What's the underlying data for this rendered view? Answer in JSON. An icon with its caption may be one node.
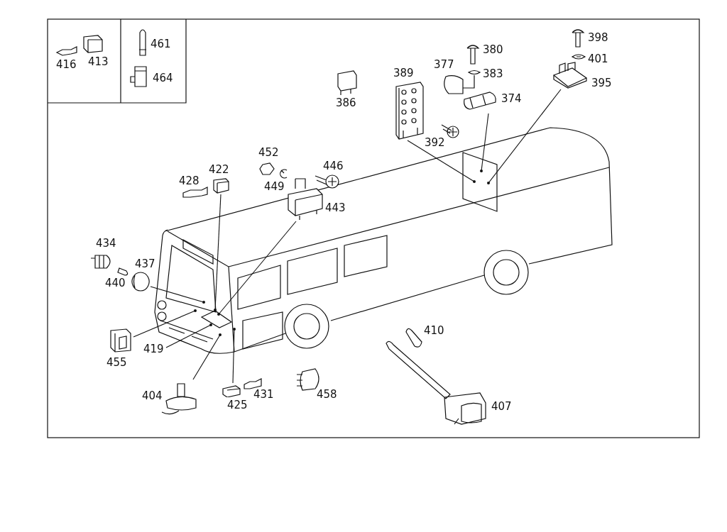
{
  "diagram": {
    "nodes": [
      {
        "text": [
          "389"
        ]
      },
      {
        "text": [
          "374"
        ]
      },
      {
        "text": [
          "395"
        ]
      },
      {
        "text": [
          "422"
        ]
      },
      {
        "text": [
          "443"
        ]
      },
      {
        "text": [
          "440"
        ]
      },
      {
        "text": [
          "455"
        ]
      },
      {
        "text": [
          "419"
        ]
      },
      {
        "text": [
          "404"
        ]
      },
      {
        "text": [
          "425"
        ]
      }
    ],
    "edges": [
      {
        "from": 0,
        "to": null,
        "arrow": "other"
      },
      {
        "from": 1,
        "to": null,
        "arrow": "other"
      },
      {
        "from": 2,
        "to": null,
        "arrow": "other"
      },
      {
        "from": 3,
        "to": null,
        "arrow": "other"
      },
      {
        "from": 4,
        "to": null,
        "arrow": "other"
      },
      {
        "from": 5,
        "to": null,
        "arrow": "other"
      },
      {
        "from": 6,
        "to": null,
        "arrow": "other"
      },
      {
        "from": 7,
        "to": null,
        "arrow": "other"
      },
      {
        "from": 8,
        "to": null,
        "arrow": "other"
      },
      {
        "from": 9,
        "to": null,
        "arrow": "other"
      }
    ],
    "labels": [
      "416",
      "413",
      "461",
      "464",
      "398",
      "380",
      "401",
      "377",
      "383",
      "386",
      "392",
      "452",
      "428",
      "446",
      "449",
      "434",
      "437",
      "410",
      "458",
      "431",
      "407"
    ]
  }
}
